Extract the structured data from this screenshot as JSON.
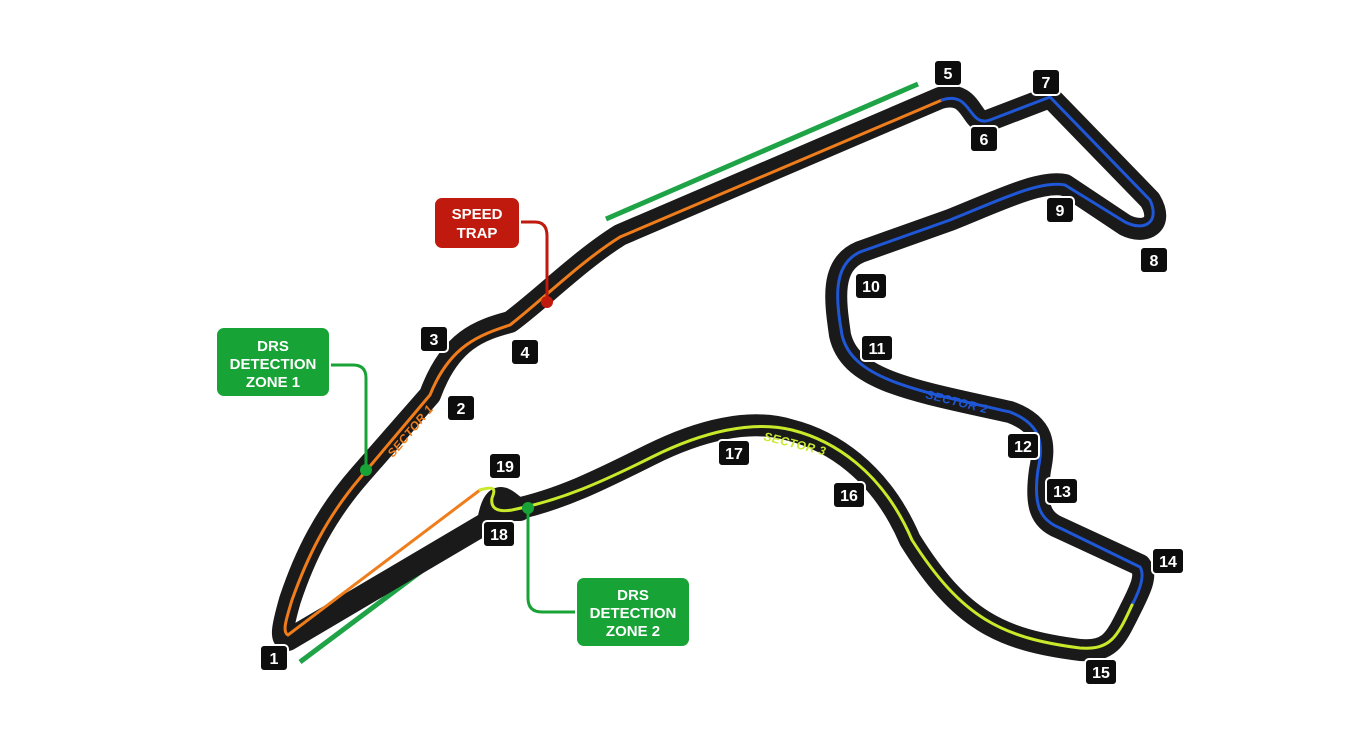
{
  "map": {
    "colors": {
      "track_surface": "#1a1a1a",
      "sector1": "#f07d1c",
      "sector2": "#1f57d6",
      "sector3": "#c8ea2a",
      "drs_zone": "#1fa347",
      "speed_trap": "#c01a0e",
      "drs_detection": "#18a336"
    },
    "sectors": [
      {
        "label": "SECTOR 1",
        "color_key": "sector1"
      },
      {
        "label": "SECTOR 2",
        "color_key": "sector2"
      },
      {
        "label": "SECTOR 3",
        "color_key": "sector3"
      }
    ],
    "turns": [
      "1",
      "2",
      "3",
      "4",
      "5",
      "6",
      "7",
      "8",
      "9",
      "10",
      "11",
      "12",
      "13",
      "14",
      "15",
      "16",
      "17",
      "18",
      "19"
    ],
    "callouts": {
      "speed_trap": {
        "line1": "SPEED",
        "line2": "TRAP"
      },
      "drs_detection_1": {
        "line1": "DRS",
        "line2": "DETECTION",
        "line3": "ZONE 1"
      },
      "drs_detection_2": {
        "line1": "DRS",
        "line2": "DETECTION",
        "line3": "ZONE 2"
      }
    }
  }
}
